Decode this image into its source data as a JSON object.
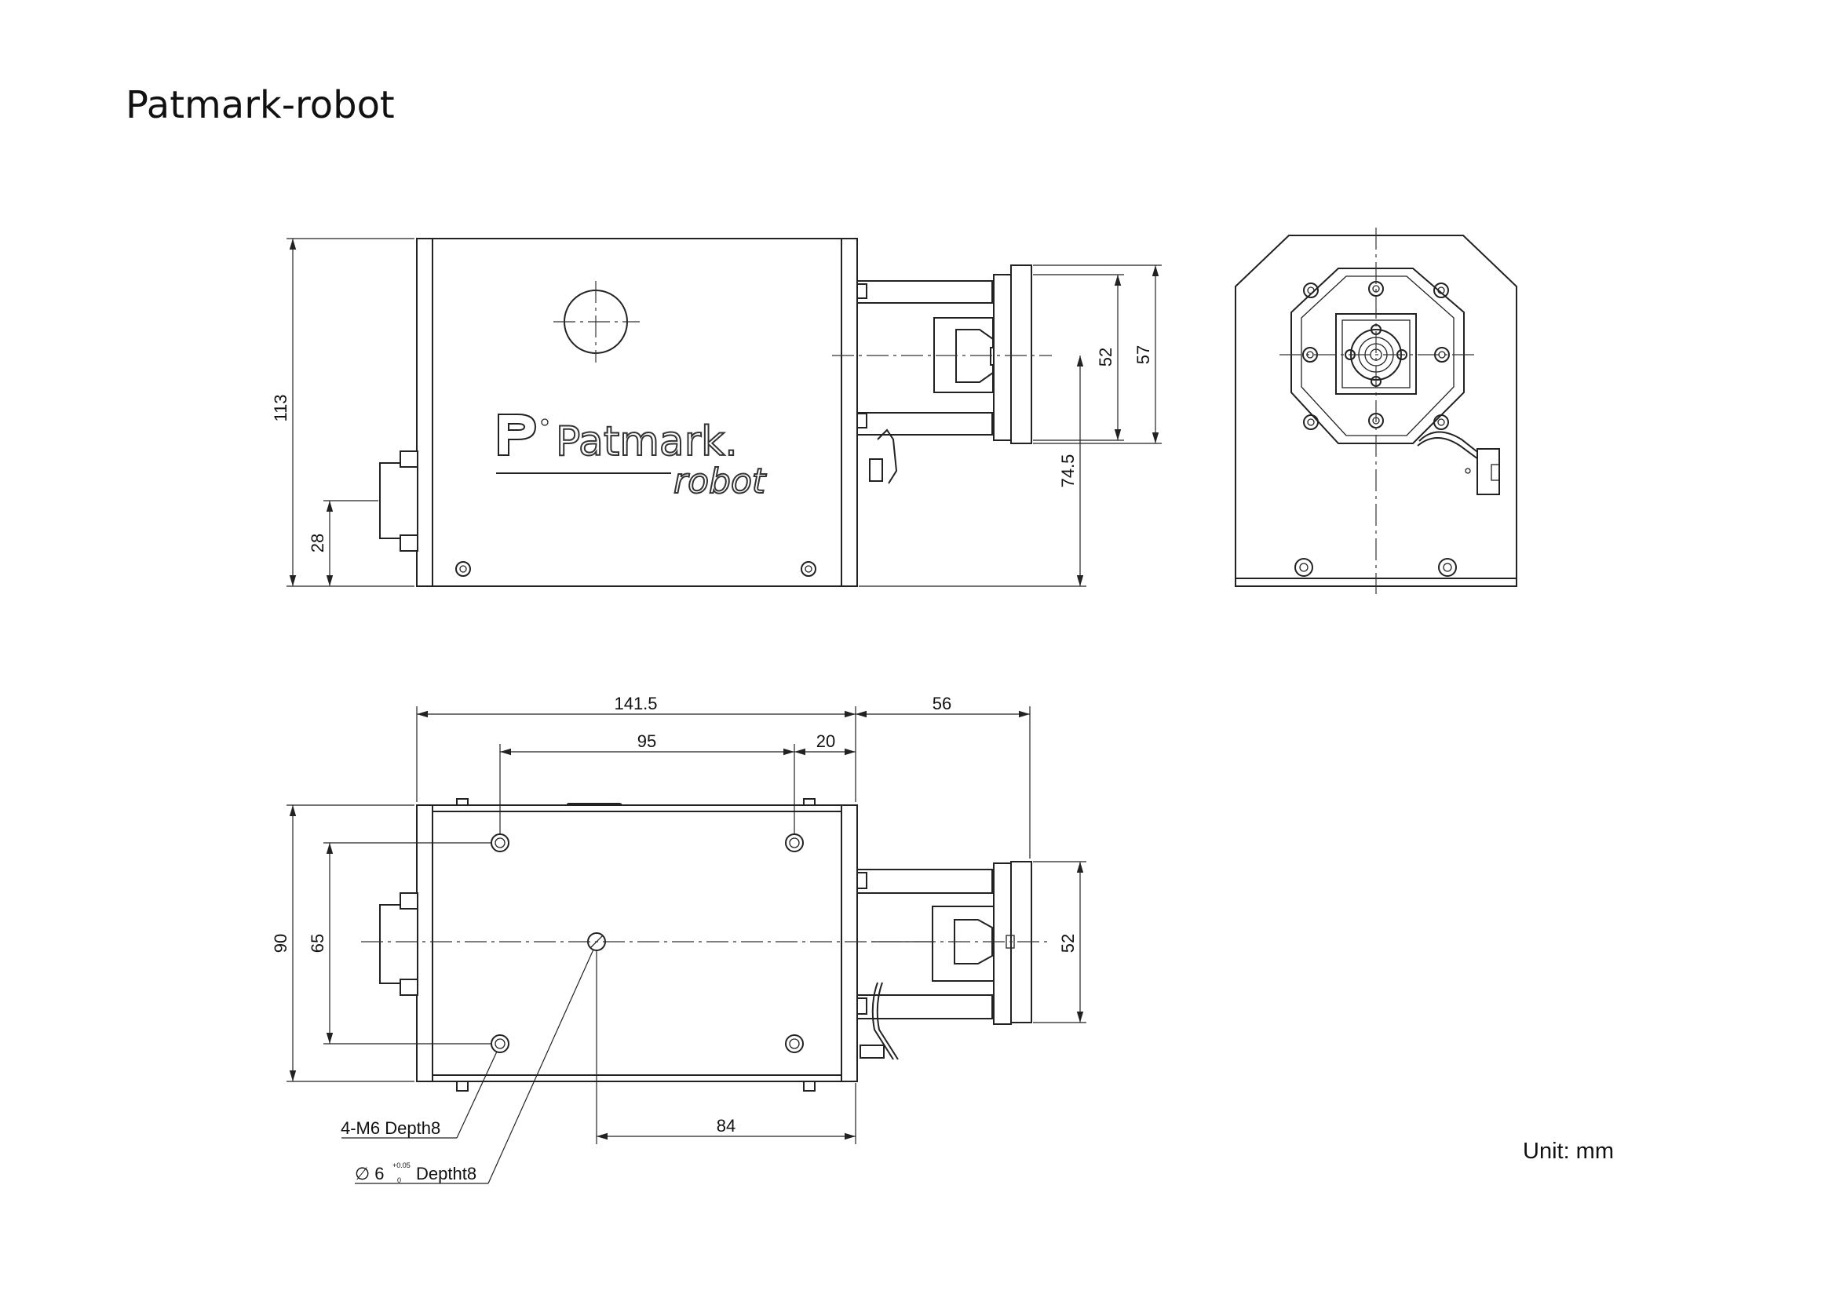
{
  "title": "Patmark-robot",
  "unit_label": "Unit: mm",
  "front_view": {
    "logo_brand": "Patmark.",
    "logo_sub": "robot",
    "dim_height_total": "113",
    "dim_connector_height": "28",
    "dim_outer_flange": "57",
    "dim_inner_flange": "52",
    "dim_axis_height": "74.5"
  },
  "top_view": {
    "dim_body_length": "141.5",
    "dim_extension": "56",
    "dim_hole_spacing_x": "95",
    "dim_hole_offset": "20",
    "dim_width_total": "90",
    "dim_hole_spacing_y": "65",
    "dim_flange": "52",
    "dim_pin_position": "84",
    "note_threads": "4-M6 Depth8",
    "note_pin_diameter_symbol": "∅ 6",
    "note_pin_tolerance_upper": "+0.05",
    "note_pin_tolerance_lower": "0",
    "note_pin_depth": "Deptht8"
  }
}
